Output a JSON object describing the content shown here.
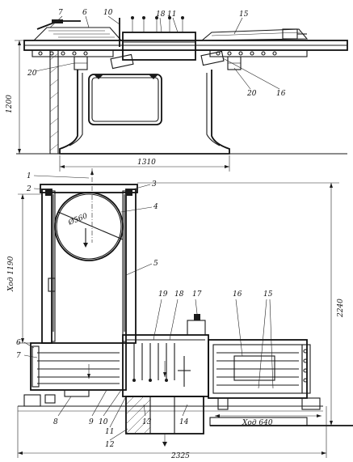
{
  "callouts": {
    "c1": "1",
    "c2": "2",
    "c3": "3",
    "c4": "4",
    "c5": "5",
    "c6": "6",
    "c7": "7",
    "c8": "8",
    "c9": "9",
    "c10": "10",
    "c11": "11",
    "c12": "12",
    "c13": "13",
    "c14": "14",
    "c15": "15",
    "c16": "16",
    "c17": "17",
    "c18": "18",
    "c19": "19",
    "c20": "20"
  },
  "top_view": {
    "labels": {
      "l7": "7",
      "l6": "6",
      "l10": "10",
      "l18": "18",
      "l11": "11",
      "l15": "15",
      "l20a": "20",
      "l20b": "20",
      "l16": "16"
    },
    "dim_height": "1200",
    "dim_width": "1310"
  },
  "front_view": {
    "dim_diameter": "Ø560",
    "dim_stroke_vertical": "Ход 1190",
    "dim_stroke_horizontal": "Ход 640",
    "dim_total_width": "2325",
    "dim_total_height": "2240"
  }
}
